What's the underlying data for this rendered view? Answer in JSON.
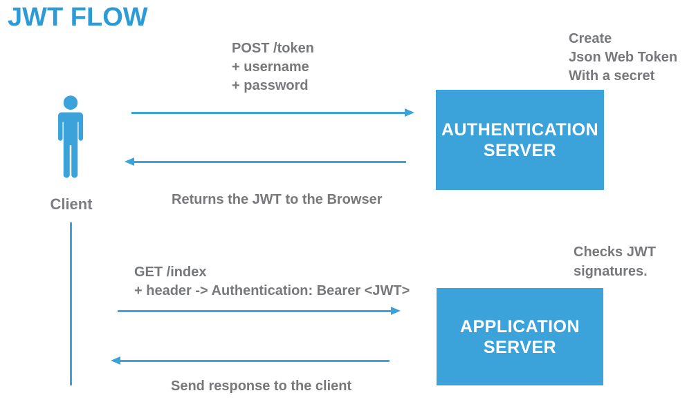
{
  "title": "JWT FLOW",
  "colors": {
    "blue": "#3BA3DA",
    "title_blue": "#2D9BD6",
    "gray": "#77787B"
  },
  "client": {
    "label": "Client",
    "icon": "person-icon"
  },
  "servers": {
    "auth": {
      "line1": "AUTHENTICATION",
      "line2": "SERVER"
    },
    "app": {
      "line1": "APPLICATION",
      "line2": "SERVER"
    }
  },
  "messages": {
    "post_token": {
      "direction": "right",
      "lines": [
        "POST /token",
        "+ username",
        "+ password"
      ]
    },
    "returns_jwt": {
      "direction": "left",
      "label": "Returns the JWT to the Browser"
    },
    "get_index": {
      "direction": "right",
      "lines": [
        "GET /index",
        "+ header -> Authentication: Bearer <JWT>"
      ]
    },
    "send_response": {
      "direction": "left",
      "label": "Send response to the client"
    }
  },
  "notes": {
    "create_token": {
      "lines": [
        "Create",
        "Json Web Token",
        "With a secret"
      ]
    },
    "checks_jwt": {
      "lines": [
        "Checks JWT",
        "signatures."
      ]
    }
  }
}
